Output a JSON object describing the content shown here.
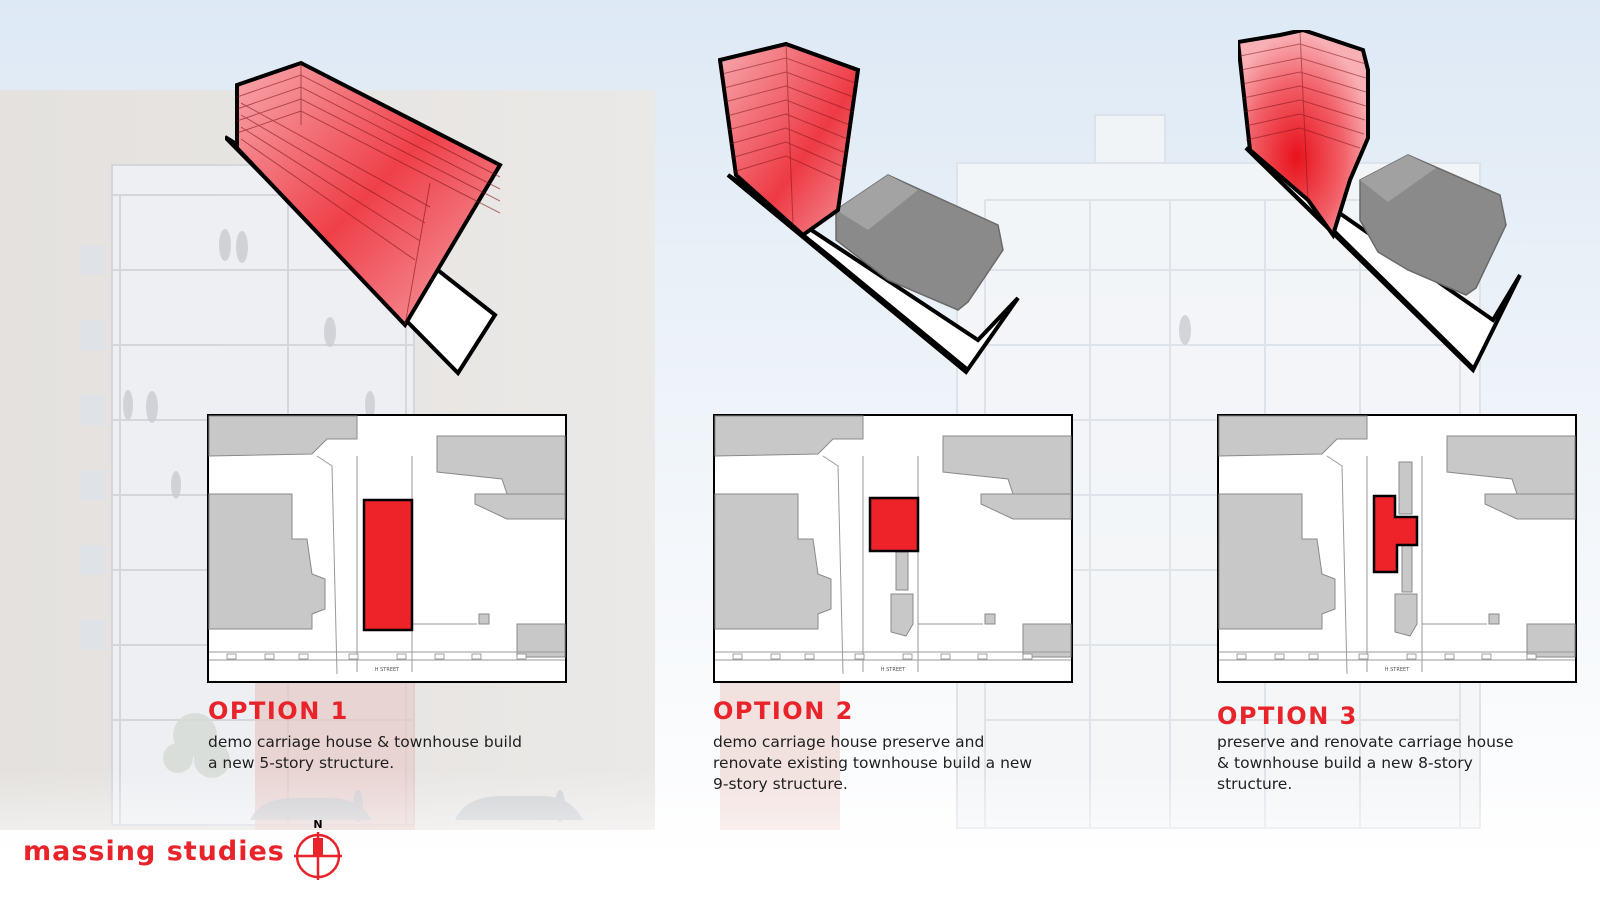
{
  "colors": {
    "accent": "#e8232a",
    "building_gray": "#c8c8c8",
    "massing_red": "#f0141e",
    "existing_gray": "#8f8f8f"
  },
  "options": [
    {
      "title": "OPTION 1",
      "description": "demo carriage house & townhouse build a new 5-story structure.",
      "site_map_street": "H STREET"
    },
    {
      "title": "OPTION 2",
      "description": "demo carriage house preserve and renovate existing townhouse build a new 9-story structure.",
      "site_map_street": "H STREET"
    },
    {
      "title": "OPTION 3",
      "description": "preserve and renovate carriage house & townhouse build a new 8-story structure.",
      "site_map_street": "H STREET"
    }
  ],
  "footer": {
    "title": "massing studies",
    "north_label": "N",
    "north_icon": "north-arrow-icon"
  }
}
